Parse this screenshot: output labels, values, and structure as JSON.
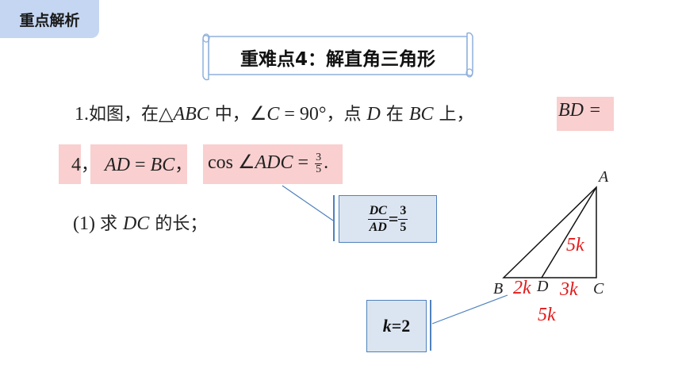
{
  "badge": {
    "label": "重点解析"
  },
  "title": {
    "text": "重难点4：解直角三角形"
  },
  "problem": {
    "line1": {
      "num": "1.",
      "t1": "如图，在",
      "tri": "△",
      "abc": "ABC",
      "t2": " 中，",
      "ang": "∠",
      "c": "C",
      "eq90": " = 90°",
      "t3": "，点 ",
      "d": "D",
      "t4": " 在 ",
      "bc": "BC",
      "t5": " 上，",
      "bdeq": "BD ="
    },
    "line2": {
      "four": "4",
      "comma1": "，",
      "ad": "AD",
      "eqbc": " = ",
      "bc": "BC",
      "comma2": "，",
      "cos": "cos",
      "ang": "∠",
      "adc": "ADC",
      "eq": " = ",
      "num": "3",
      "den": "5",
      "dot": "."
    },
    "sub1": {
      "label": "(1) ",
      "t1": "求 ",
      "dc": "DC",
      "t2": " 的长；"
    }
  },
  "hint_fraction": {
    "num": "DC",
    "den": "AD",
    "eq": " = ",
    "rnum": "3",
    "rden": "5"
  },
  "hint_k": {
    "k": "k",
    "rest": "=2"
  },
  "figure": {
    "vertices": {
      "A": "A",
      "B": "B",
      "C": "C",
      "D": "D"
    },
    "labels": {
      "ad": "5k",
      "bd": "2k",
      "dc": "3k",
      "bc": "5k"
    },
    "label_color": "#e31a1a"
  },
  "colors": {
    "highlight": "#f9cfcf",
    "box_fill": "#dbe5f1",
    "box_border": "#4f81bd",
    "badge": "#c5d6f2"
  }
}
